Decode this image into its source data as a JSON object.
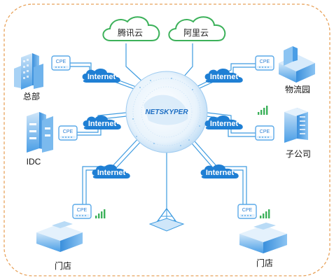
{
  "clouds": {
    "tencent": "腾讯云",
    "aliyun": "阿里云"
  },
  "center": {
    "brand": "NETSKYPER"
  },
  "internet_label": "Internet",
  "cpe_label": "CPE",
  "sites": {
    "headquarters": "总部",
    "idc": "IDC",
    "logistics_park": "物流园",
    "subsidiary": "子公司",
    "store_left": "门店",
    "store_right": "门店"
  },
  "colors": {
    "frame": "#e8a25a",
    "line": "#3d9be0",
    "cloud_green": "#3cb15a",
    "internet_blue": "#1f7fd4",
    "globe": "#dfeefb"
  }
}
